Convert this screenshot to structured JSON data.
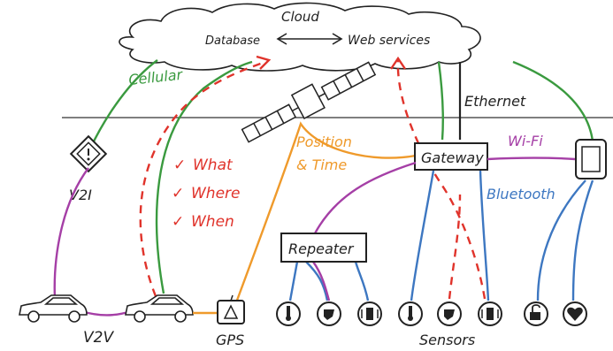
{
  "cloud": {
    "title": "Cloud",
    "left_label": "Database",
    "right_label": "Web services"
  },
  "connections": {
    "cellular": "Cellular",
    "ethernet": "Ethernet",
    "wifi": "Wi-Fi",
    "bluetooth": "Bluetooth",
    "v2i": "V2I",
    "v2v": "V2V",
    "gps": "GPS",
    "position_time_line1": "Position",
    "position_time_line2": "& Time"
  },
  "checklist": [
    "What",
    "Where",
    "When"
  ],
  "nodes": {
    "gateway": "Gateway",
    "repeater": "Repeater",
    "sensors": "Sensors"
  },
  "colors": {
    "cellular": "#3a9a3f",
    "ethernet": "#222222",
    "wifi": "#a53fa6",
    "bluetooth": "#3d77c1",
    "v2x": "#a53fa6",
    "position": "#ef9a2b",
    "data_flow": "#e0332b"
  },
  "icons": [
    "cloud-icon",
    "satellite-icon",
    "road-sign-icon",
    "car-icon",
    "gps-device-icon",
    "phone-icon",
    "thermometer-icon",
    "hand-icon",
    "vibration-icon",
    "lock-icon",
    "heart-icon"
  ]
}
